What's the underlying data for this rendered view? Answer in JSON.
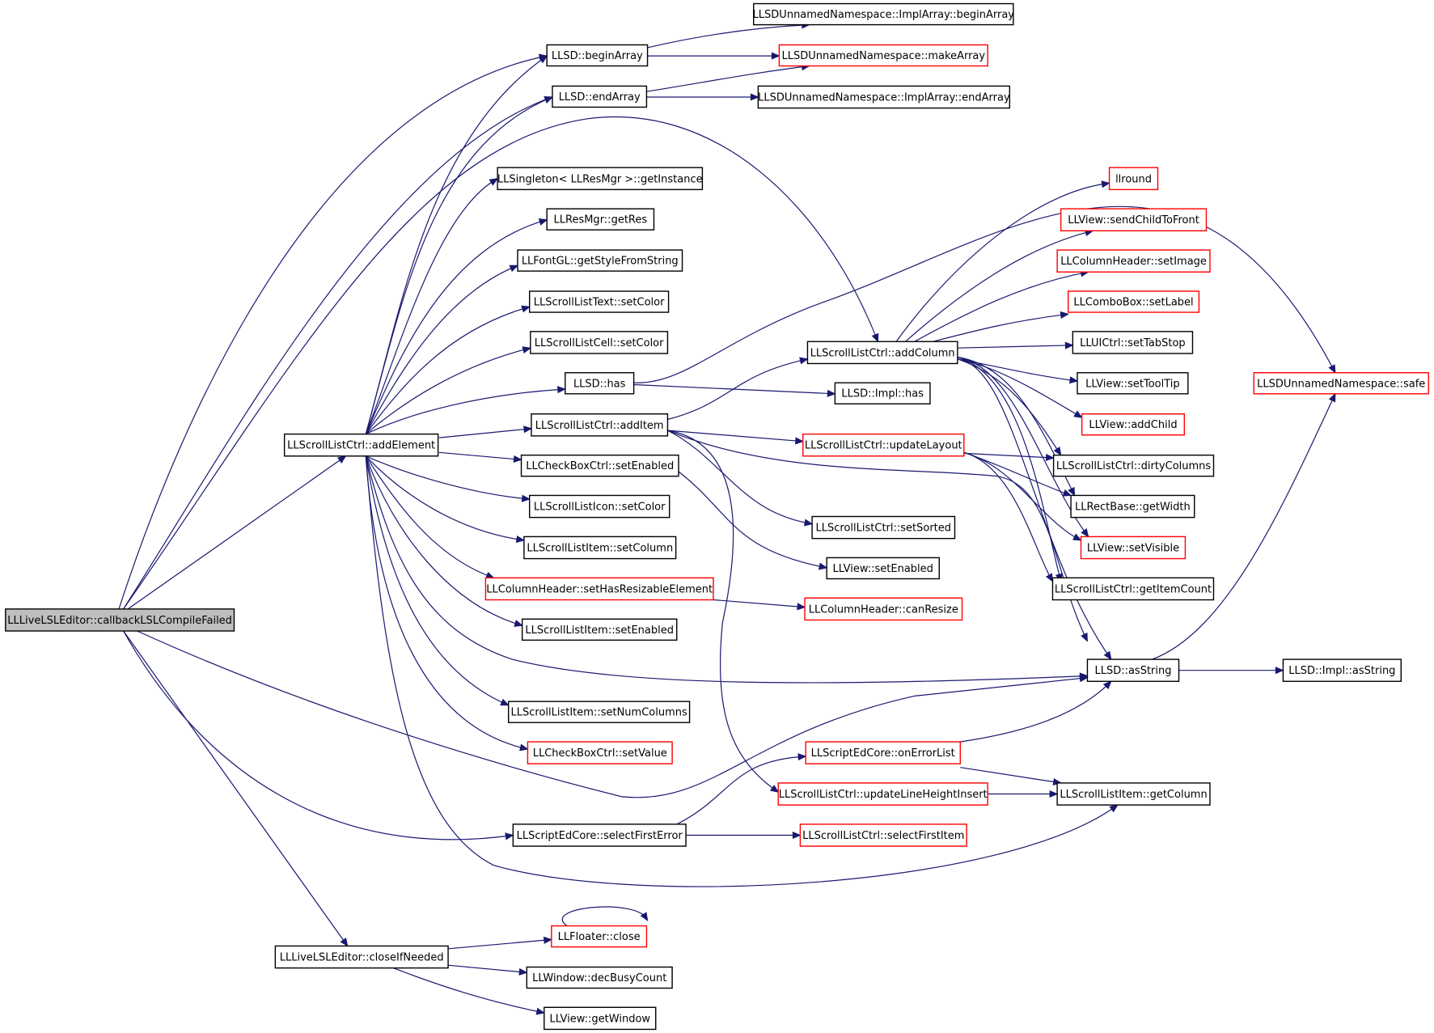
{
  "diagram": {
    "colors": {
      "edge": "#191970",
      "normal_border": "#000000",
      "truncated_border": "#ff0000",
      "root_fill": "#bfbfbf"
    },
    "nodes": [
      {
        "id": "root",
        "label": "LLLiveLSLEditor::callbackLSLCompileFailed",
        "border": "root"
      },
      {
        "id": "addElement",
        "label": "LLScrollListCtrl::addElement",
        "border": "black"
      },
      {
        "id": "closeIfNeeded",
        "label": "LLLiveLSLEditor::closeIfNeeded",
        "border": "black"
      },
      {
        "id": "beginArray",
        "label": "LLSD::beginArray",
        "border": "black"
      },
      {
        "id": "endArray",
        "label": "LLSD::endArray",
        "border": "black"
      },
      {
        "id": "getInstance",
        "label": "LLSingleton< LLResMgr >::getInstance",
        "border": "black"
      },
      {
        "id": "getRes",
        "label": "LLResMgr::getRes",
        "border": "black"
      },
      {
        "id": "getStyleFromString",
        "label": "LLFontGL::getStyleFromString",
        "border": "black"
      },
      {
        "id": "textSetColor",
        "label": "LLScrollListText::setColor",
        "border": "black"
      },
      {
        "id": "cellSetColor",
        "label": "LLScrollListCell::setColor",
        "border": "black"
      },
      {
        "id": "llsdHas",
        "label": "LLSD::has",
        "border": "black"
      },
      {
        "id": "addItem",
        "label": "LLScrollListCtrl::addItem",
        "border": "black"
      },
      {
        "id": "cbSetEnabled",
        "label": "LLCheckBoxCtrl::setEnabled",
        "border": "black"
      },
      {
        "id": "iconSetColor",
        "label": "LLScrollListIcon::setColor",
        "border": "black"
      },
      {
        "id": "itemSetColumn",
        "label": "LLScrollListItem::setColumn",
        "border": "black"
      },
      {
        "id": "setHasResizable",
        "label": "LLColumnHeader::setHasResizableElement",
        "border": "red"
      },
      {
        "id": "itemSetEnabled",
        "label": "LLScrollListItem::setEnabled",
        "border": "black"
      },
      {
        "id": "setNumColumns",
        "label": "LLScrollListItem::setNumColumns",
        "border": "black"
      },
      {
        "id": "cbSetValue",
        "label": "LLCheckBoxCtrl::setValue",
        "border": "red"
      },
      {
        "id": "selectFirstError",
        "label": "LLScriptEdCore::selectFirstError",
        "border": "black"
      },
      {
        "id": "floaterClose",
        "label": "LLFloater::close",
        "border": "red"
      },
      {
        "id": "decBusyCount",
        "label": "LLWindow::decBusyCount",
        "border": "black"
      },
      {
        "id": "getWindow",
        "label": "LLView::getWindow",
        "border": "black"
      },
      {
        "id": "implBeginArray",
        "label": "LLSDUnnamedNamespace::ImplArray::beginArray",
        "border": "black"
      },
      {
        "id": "makeArray",
        "label": "LLSDUnnamedNamespace::makeArray",
        "border": "red"
      },
      {
        "id": "implEndArray",
        "label": "LLSDUnnamedNamespace::ImplArray::endArray",
        "border": "black"
      },
      {
        "id": "addColumn",
        "label": "LLScrollListCtrl::addColumn",
        "border": "black"
      },
      {
        "id": "implHas",
        "label": "LLSD::Impl::has",
        "border": "black"
      },
      {
        "id": "updateLayout",
        "label": "LLScrollListCtrl::updateLayout",
        "border": "red"
      },
      {
        "id": "setSorted",
        "label": "LLScrollListCtrl::setSorted",
        "border": "black"
      },
      {
        "id": "viewSetEnabled",
        "label": "LLView::setEnabled",
        "border": "black"
      },
      {
        "id": "canResize",
        "label": "LLColumnHeader::canResize",
        "border": "red"
      },
      {
        "id": "onErrorList",
        "label": "LLScriptEdCore::onErrorList",
        "border": "red"
      },
      {
        "id": "updateLineHeight",
        "label": "LLScrollListCtrl::updateLineHeightInsert",
        "border": "red"
      },
      {
        "id": "selectFirstItem",
        "label": "LLScrollListCtrl::selectFirstItem",
        "border": "red"
      },
      {
        "id": "llround",
        "label": "llround",
        "border": "red"
      },
      {
        "id": "sendChildToFront",
        "label": "LLView::sendChildToFront",
        "border": "red"
      },
      {
        "id": "setImage",
        "label": "LLColumnHeader::setImage",
        "border": "red"
      },
      {
        "id": "comboSetLabel",
        "label": "LLComboBox::setLabel",
        "border": "red"
      },
      {
        "id": "setTabStop",
        "label": "LLUICtrl::setTabStop",
        "border": "black"
      },
      {
        "id": "setToolTip",
        "label": "LLView::setToolTip",
        "border": "black"
      },
      {
        "id": "addChild",
        "label": "LLView::addChild",
        "border": "red"
      },
      {
        "id": "dirtyColumns",
        "label": "LLScrollListCtrl::dirtyColumns",
        "border": "black"
      },
      {
        "id": "getWidth",
        "label": "LLRectBase::getWidth",
        "border": "black"
      },
      {
        "id": "setVisible",
        "label": "LLView::setVisible",
        "border": "red"
      },
      {
        "id": "getItemCount",
        "label": "LLScrollListCtrl::getItemCount",
        "border": "black"
      },
      {
        "id": "asString",
        "label": "LLSD::asString",
        "border": "black"
      },
      {
        "id": "implAsString",
        "label": "LLSD::Impl::asString",
        "border": "black"
      },
      {
        "id": "getColumn",
        "label": "LLScrollListItem::getColumn",
        "border": "black"
      },
      {
        "id": "safe",
        "label": "LLSDUnnamedNamespace::safe",
        "border": "red"
      }
    ]
  }
}
